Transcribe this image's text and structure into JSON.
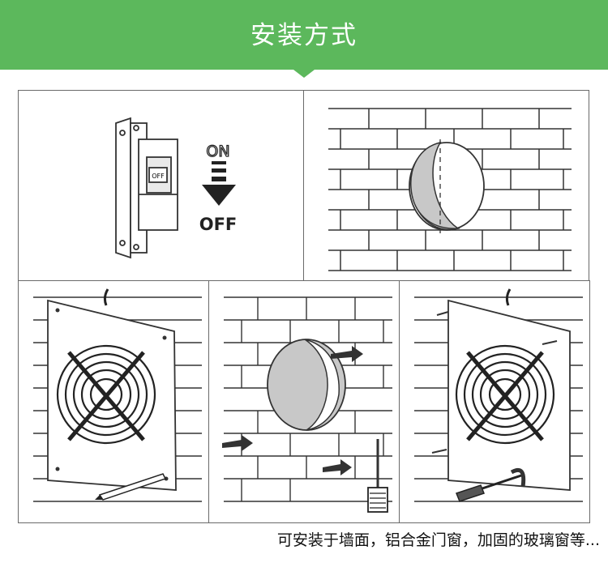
{
  "header": {
    "title": "安装方式",
    "color": "#5cb85c"
  },
  "panels": [
    {
      "id": "power-off",
      "switch_label": "OFF",
      "on_label": "ON",
      "off_label": "OFF"
    },
    {
      "id": "wall-hole"
    },
    {
      "id": "fan-mark"
    },
    {
      "id": "drill-anchors"
    },
    {
      "id": "fan-mount"
    }
  ],
  "caption": "可安装于墙面，铝合金门窗，加固的玻璃窗等..."
}
